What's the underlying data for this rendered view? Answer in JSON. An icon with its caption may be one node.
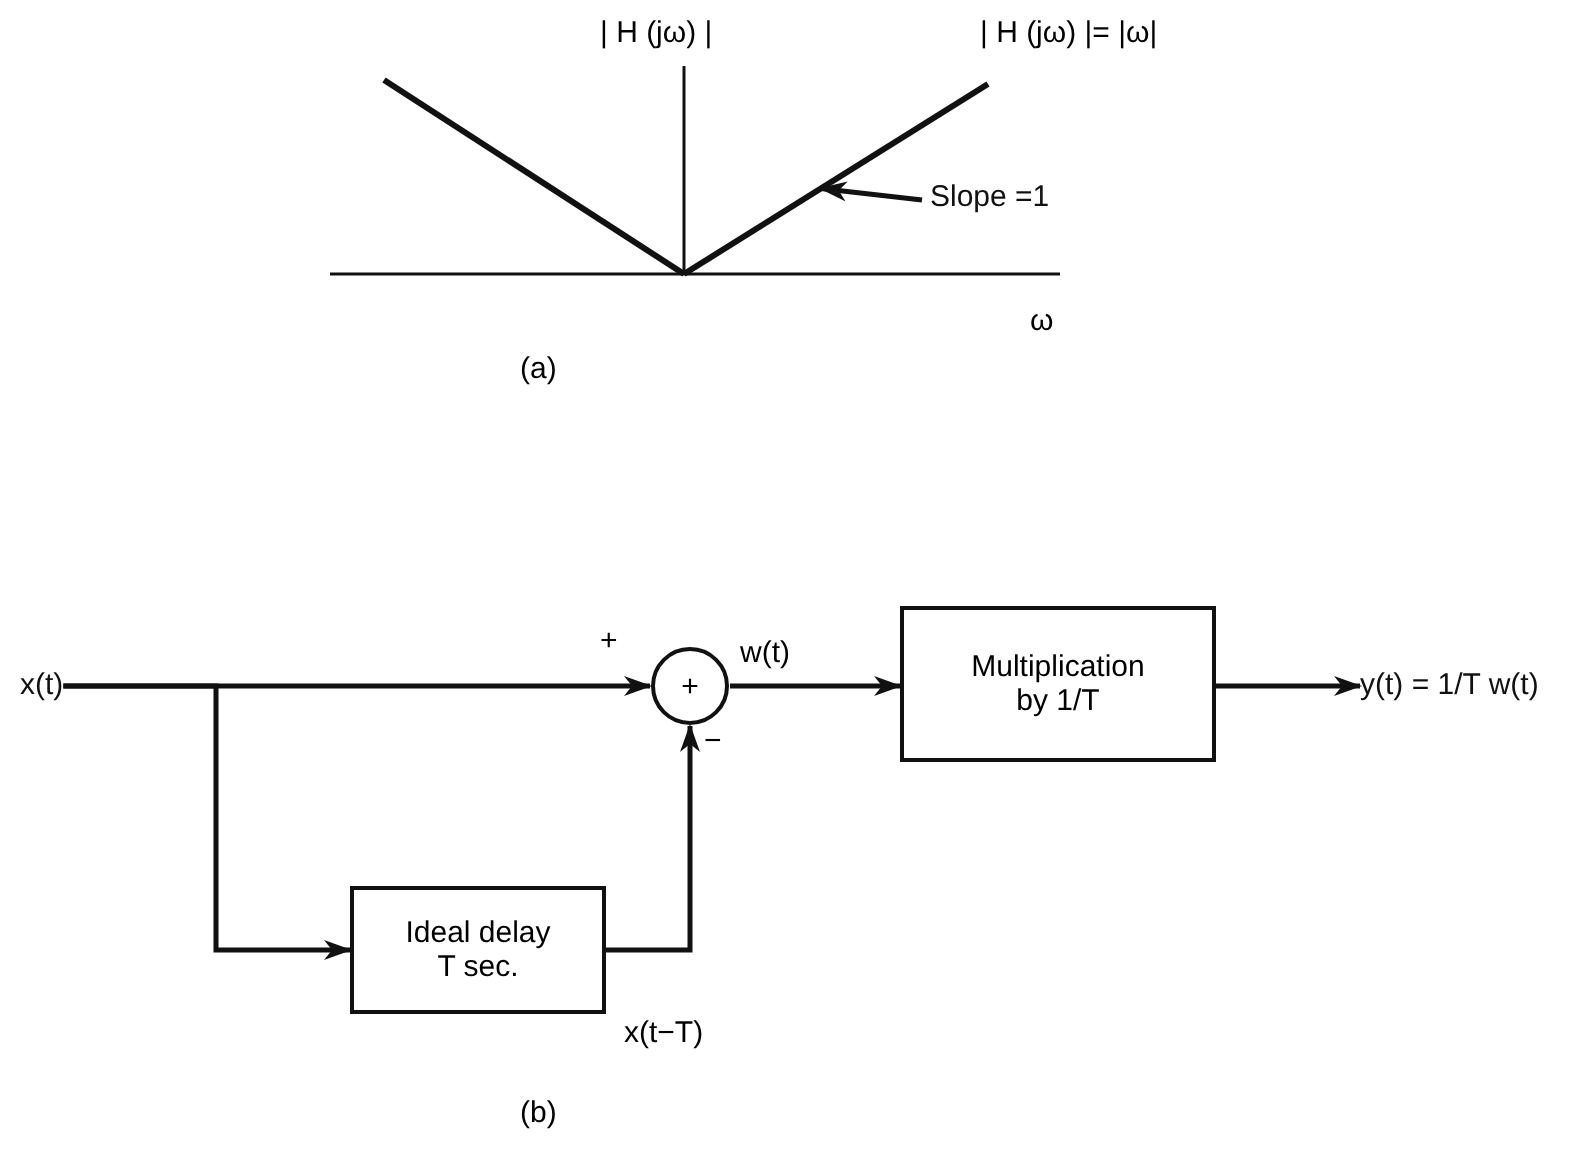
{
  "diagram": {
    "nodes": [
      {
        "text": [
          "Slope =1"
        ]
      },
      {
        "text": [
          "x(t)"
        ]
      },
      {
        "text": [
          "+"
        ]
      },
      {
        "text": [
          "Multiplication by 1/T"
        ]
      },
      {
        "text": [
          "y(t) = 1/T w(t)"
        ]
      },
      {
        "text": [
          "Ideal delay T sec."
        ]
      },
      {
        "text": [],
        "shape": "line"
      }
    ],
    "edges": [
      {
        "from": 0,
        "to": 6,
        "arrow": "to"
      },
      {
        "from": 1,
        "to": 2,
        "arrow": "to"
      },
      {
        "from": 2,
        "to": 3,
        "arrow": "to",
        "label": "w(t)"
      },
      {
        "from": 3,
        "to": 4,
        "arrow": "to"
      },
      {
        "from": 1,
        "to": 5,
        "arrow": "to"
      },
      {
        "from": 5,
        "to": 2,
        "arrow": "to",
        "label": "x(t−T)"
      }
    ],
    "labels": [
      "| H (jω) |",
      "| H (jω) |= |ω|",
      "ω",
      "(a)",
      "+",
      "−",
      "(b)"
    ]
  }
}
